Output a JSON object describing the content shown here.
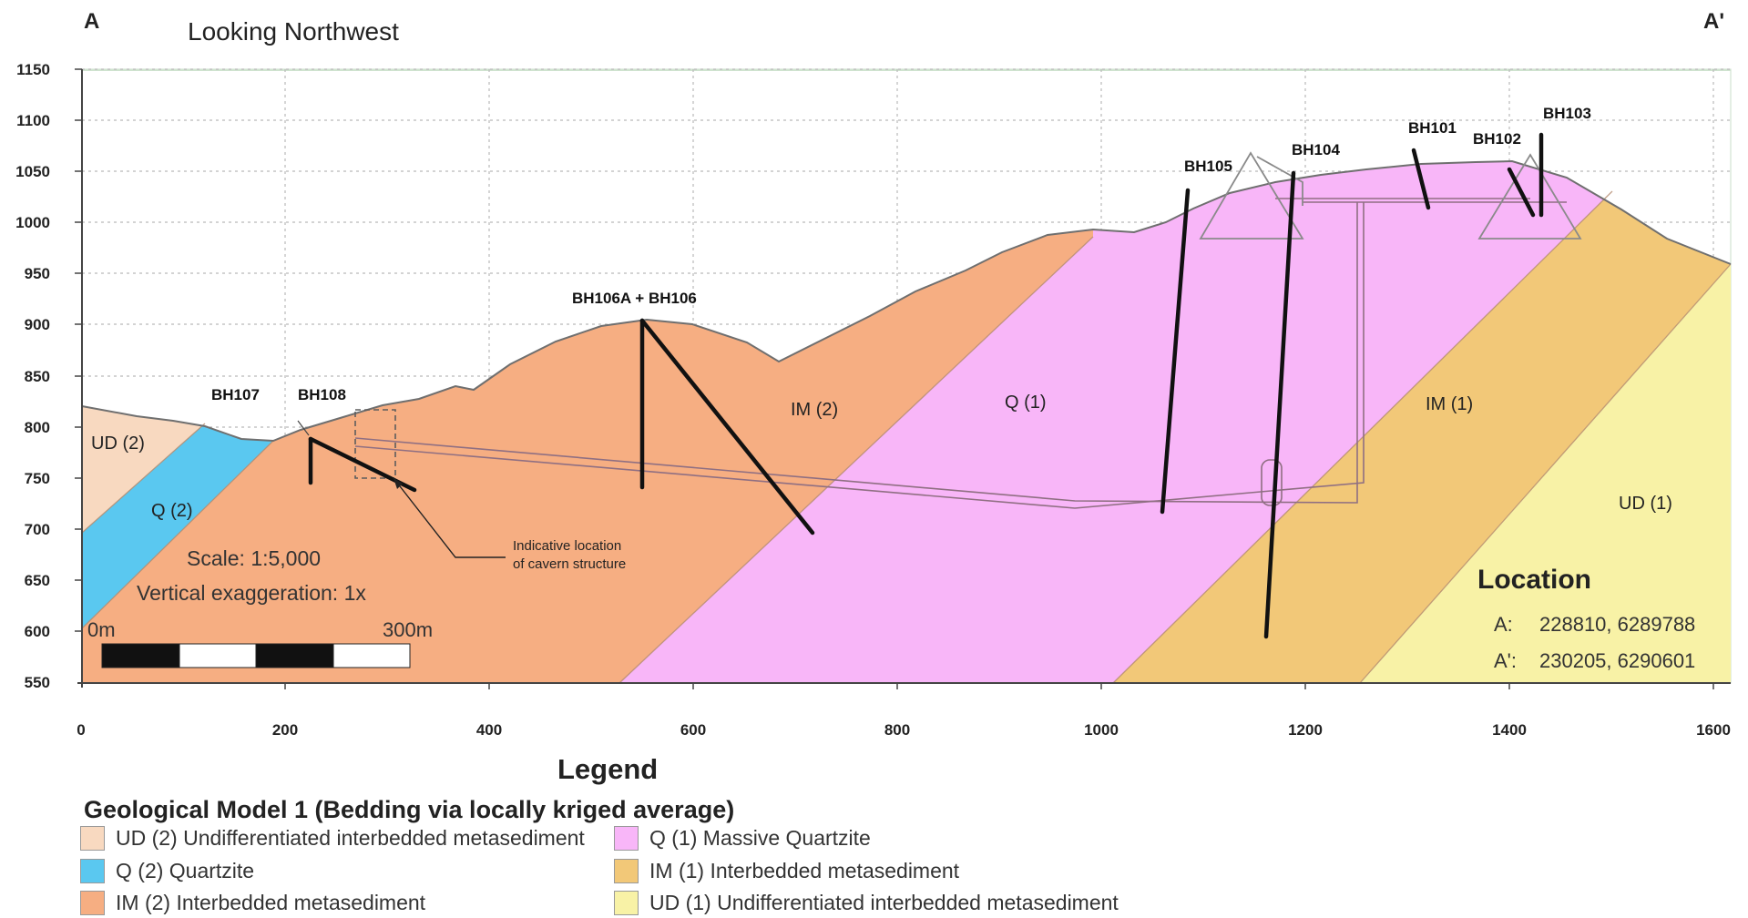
{
  "header": {
    "corner_left": "A",
    "corner_right": "A'",
    "view_label": "Looking Northwest"
  },
  "axes": {
    "y_ticks": [
      "1150",
      "1100",
      "1050",
      "1000",
      "950",
      "900",
      "850",
      "800",
      "750",
      "700",
      "650",
      "600",
      "550"
    ],
    "x_ticks": [
      "0",
      "200",
      "400",
      "600",
      "800",
      "1000",
      "1200",
      "1400",
      "1600"
    ]
  },
  "units": {
    "ud2": "UD (2)",
    "q2": "Q (2)",
    "im2": "IM (2)",
    "q1": "Q (1)",
    "im1": "IM (1)",
    "ud1": "UD (1)"
  },
  "boreholes": {
    "bh107": "BH107",
    "bh108": "BH108",
    "bh106": "BH106A + BH106",
    "bh105": "BH105",
    "bh104": "BH104",
    "bh101": "BH101",
    "bh102": "BH102",
    "bh103": "BH103"
  },
  "cavern_note": {
    "line1": "Indicative location",
    "line2": "of cavern structure"
  },
  "scale": {
    "scale_text": "Scale: 1:5,000",
    "exaggeration": "Vertical exaggeration: 1x",
    "start": "0m",
    "end": "300m"
  },
  "location": {
    "title": "Location",
    "a_label": "A:",
    "a_value": "228810, 6289788",
    "ap_label": "A':",
    "ap_value": "230205, 6290601"
  },
  "legend": {
    "heading": "Legend",
    "model_title": "Geological Model 1 (Bedding via locally kriged average)",
    "items": [
      {
        "label": "UD (2) Undifferentiated interbedded metasediment",
        "color": "#f8d9c0"
      },
      {
        "label": "Q (2) Quartzite",
        "color": "#5ac8f0"
      },
      {
        "label": "IM (2) Interbedded metasediment",
        "color": "#f6ae82"
      },
      {
        "label": "Q (1) Massive Quartzite",
        "color": "#f8b6f8"
      },
      {
        "label": "IM (1) Interbedded metasediment",
        "color": "#f2c878"
      },
      {
        "label": "UD (1) Undifferentiated interbedded metasediment",
        "color": "#f8f2a6"
      }
    ]
  }
}
